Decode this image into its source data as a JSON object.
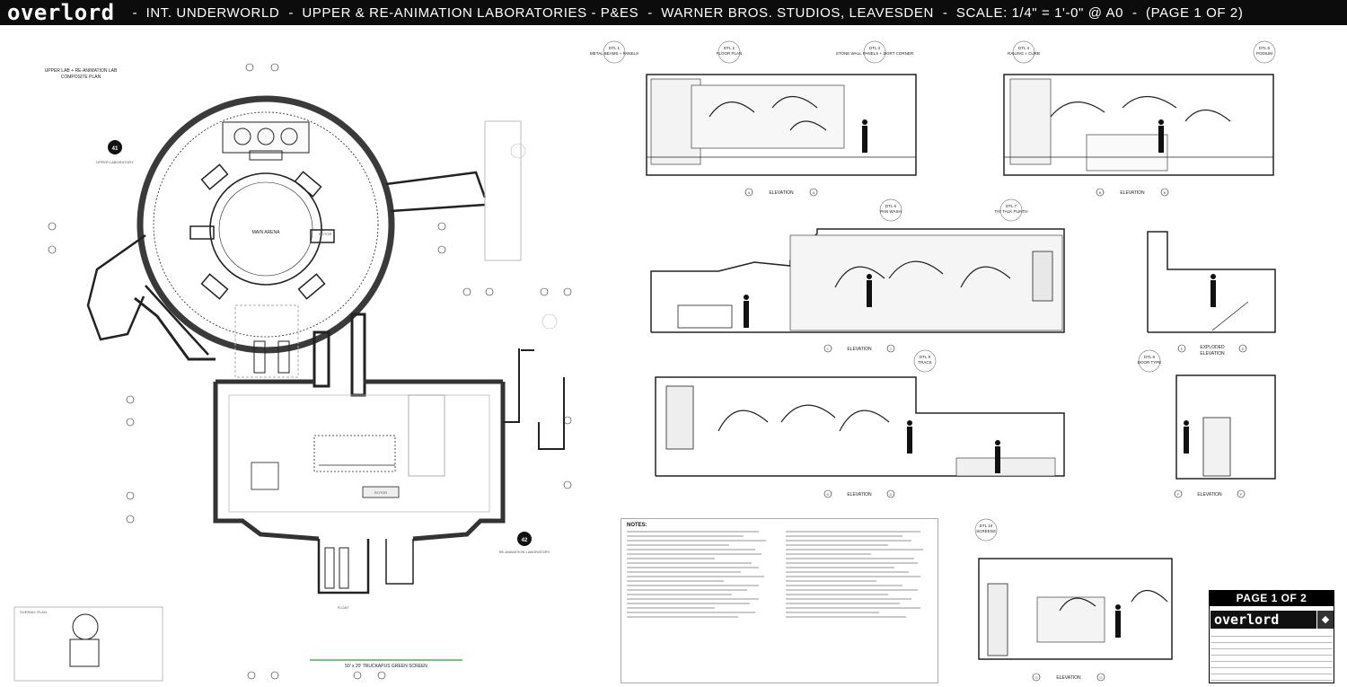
{
  "banner": {
    "brand": "overlord",
    "items": [
      "INT. UNDERWORLD",
      "UPPER & RE-ANIMATION LABORATORIES - P&ES",
      "WARNER BROS. STUDIOS, LEAVESDEN",
      "SCALE: 1/4\" = 1'-0\" @ A0",
      "(PAGE 1 OF 2)"
    ]
  },
  "plan": {
    "title_line1": "UPPER LAB + RE-ANIMATION LAB",
    "title_line2": "COMPOSITE PLAN",
    "room_41_number": "41",
    "room_41_label": "UPPER LABORATORY",
    "room_42_number": "42",
    "room_42_label": "RE-ANIMATION LABORATORY",
    "center_label": "MAIN ARENA",
    "rotor_label": "ROTOR",
    "float_label": "FLOAT",
    "floor_label": "FLOOR",
    "greenscreen_label": "50' x 20' TRUCKAPUS GREEN SCREEN",
    "overall_plan_label": "OVERALL PLAN"
  },
  "elevations": [
    {
      "id": "A",
      "label": "ELEVATION",
      "markers": [
        "A",
        "A"
      ]
    },
    {
      "id": "B",
      "label": "ELEVATION",
      "markers": [
        "B",
        "B"
      ]
    },
    {
      "id": "C",
      "label": "ELEVATION",
      "markers": [
        "C",
        "C"
      ]
    },
    {
      "id": "E",
      "label": "ELEVATION",
      "markers": [
        "E",
        "E"
      ],
      "extra": "EXPLODED"
    },
    {
      "id": "D",
      "label": "ELEVATION",
      "markers": [
        "D",
        "D"
      ]
    },
    {
      "id": "F",
      "label": "ELEVATION",
      "markers": [
        "F",
        "F"
      ]
    },
    {
      "id": "G",
      "label": "ELEVATION",
      "markers": [
        "G",
        "G"
      ]
    }
  ],
  "callouts": [
    {
      "no": "DTL 1",
      "text": "METAL BEAMS + PANELS"
    },
    {
      "no": "DTL 2",
      "text": "FLOOR PLAN"
    },
    {
      "no": "DTL 3",
      "text": "STONE WALL PANELS + SKIRT CORNER"
    },
    {
      "no": "DTL 4",
      "text": "RAILING + CURB"
    },
    {
      "no": "DTL 5",
      "text": "PODIUM"
    },
    {
      "no": "DTL 6",
      "text": "PAN WASH"
    },
    {
      "no": "DTL 7",
      "text": "TAT TALK PLINTH"
    },
    {
      "no": "DTL 8",
      "text": "TRACK"
    },
    {
      "no": "DTL 9",
      "text": "DOOR TYPE"
    },
    {
      "no": "DTL 10",
      "text": "SCREENS"
    }
  ],
  "notes": {
    "title": "NOTES:"
  },
  "titleblock": {
    "page": "PAGE 1 OF 2",
    "brand": "overlord"
  }
}
